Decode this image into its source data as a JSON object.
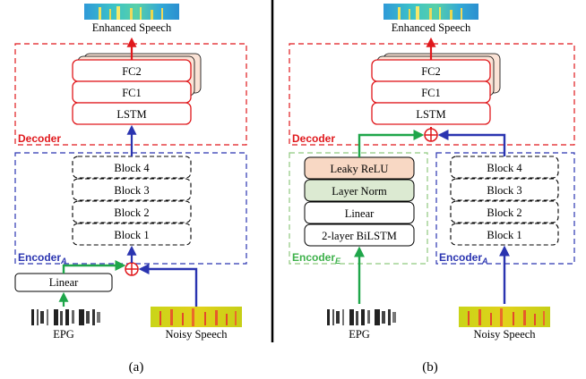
{
  "colors": {
    "red": "#e0181c",
    "blue": "#2a34b0",
    "green": "#1fa64a",
    "fc_fill": "#fbe3d6",
    "relu_fill": "#f8d8c4",
    "norm_fill": "#dcead2",
    "dashed_green": "#8fc97f"
  },
  "left": {
    "output_label": "Enhanced Speech",
    "decoder": {
      "layers": [
        "FC2",
        "FC1",
        "LSTM"
      ],
      "region_label": "Decoder"
    },
    "encoder": {
      "blocks": [
        "Block 4",
        "Block 3",
        "Block 2",
        "Block 1"
      ],
      "region_label_main": "Encoder",
      "region_label_sub": "A"
    },
    "linear_label": "Linear",
    "epg_label": "EPG",
    "noisy_label": "Noisy Speech",
    "caption": "(a)"
  },
  "right": {
    "output_label": "Enhanced Speech",
    "decoder": {
      "layers": [
        "FC2",
        "FC1",
        "LSTM"
      ],
      "region_label": "Decoder"
    },
    "encoder_e": {
      "layers": [
        "Leaky ReLU",
        "Layer Norm",
        "Linear",
        "2-layer BiLSTM"
      ],
      "region_label_main": "Encoder",
      "region_label_sub": "E"
    },
    "encoder_a": {
      "blocks": [
        "Block 4",
        "Block 3",
        "Block 2",
        "Block 1"
      ],
      "region_label_main": "Encoder",
      "region_label_sub": "A"
    },
    "epg_label": "EPG",
    "noisy_label": "Noisy Speech",
    "caption": "(b)"
  },
  "icons": {
    "combine": "circle-plus-icon",
    "spectrogram": "spectrogram-icon",
    "epg_pattern": "epg-pattern-icon"
  }
}
